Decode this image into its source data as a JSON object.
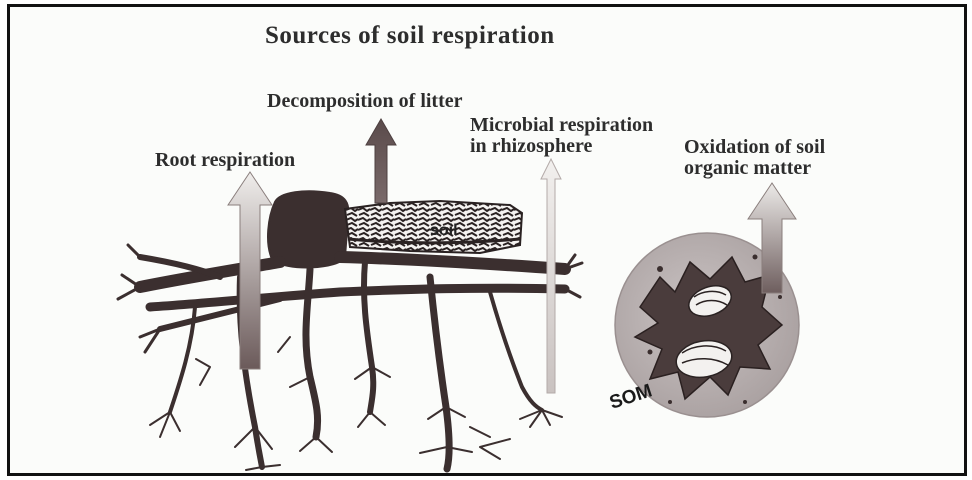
{
  "title": "Sources of soil respiration",
  "labels": {
    "decomposition": "Decomposition of litter",
    "root_respiration": "Root respiration",
    "microbial_line1": "Microbial respiration",
    "microbial_line2": "in rhizosphere",
    "oxidation_line1": "Oxidation of soil",
    "oxidation_line2": "organic matter"
  },
  "inline_labels": {
    "soil": "soil",
    "som": "SOM"
  },
  "colors": {
    "root": "#3b2f2f",
    "arrow_dark": "#6b5a5a",
    "arrow_light": "#e4e0dd",
    "som_circle": "#b8b0b0",
    "frame": "#111111"
  }
}
